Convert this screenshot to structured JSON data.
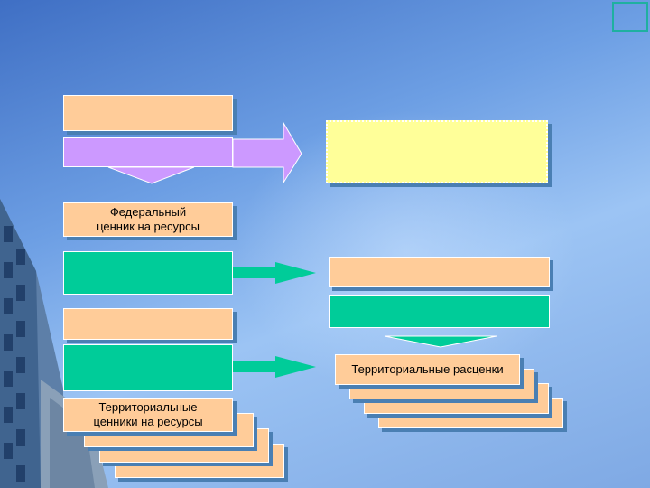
{
  "diagram": {
    "federal_price_list": "Федеральный\nценник на ресурсы",
    "territorial_rates": "Территориальные расценки",
    "territorial_price_lists": "Территориальные\nценники на ресурсы"
  },
  "colors": {
    "peach": "#ffcc99",
    "violet": "#cc99ff",
    "green": "#00cc99",
    "yellow": "#ffff99",
    "shadow": "#4a7fb3"
  }
}
